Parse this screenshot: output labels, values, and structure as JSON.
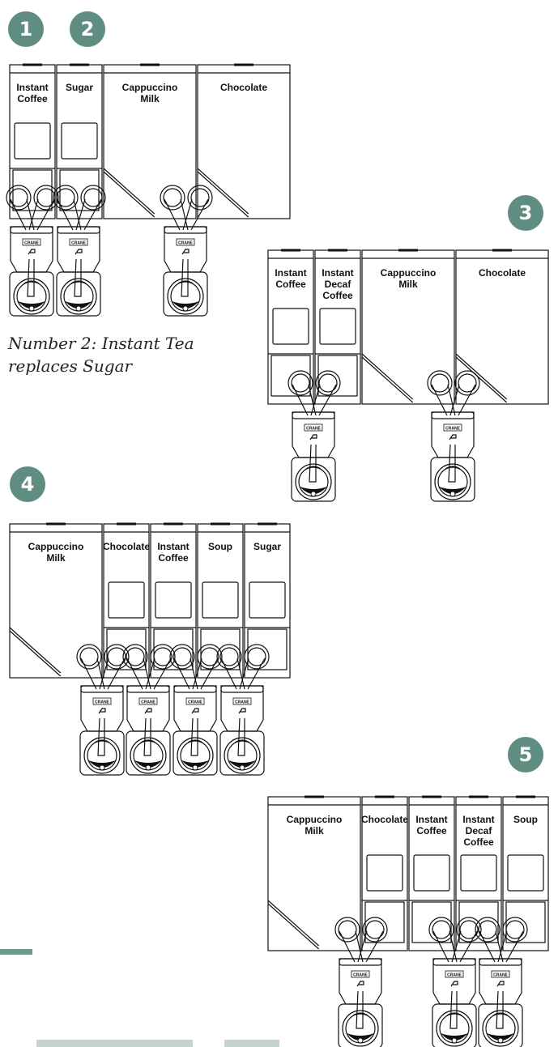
{
  "badges": {
    "b1": "1",
    "b2": "2",
    "b3": "3",
    "b4": "4",
    "b5": "5"
  },
  "note": {
    "line1": "Number 2: Instant Tea",
    "line2": "replaces Sugar"
  },
  "brand_label": "CRANE",
  "configs": [
    {
      "name": "config-1-2",
      "canisters": [
        {
          "type": "small",
          "lines": [
            "Instant",
            "Coffee"
          ]
        },
        {
          "type": "small",
          "lines": [
            "Sugar"
          ]
        },
        {
          "type": "large",
          "lines": [
            "Cappuccino",
            "Milk"
          ]
        },
        {
          "type": "large",
          "lines": [
            "Chocolate"
          ]
        }
      ]
    },
    {
      "name": "config-3",
      "canisters": [
        {
          "type": "small",
          "lines": [
            "Instant",
            "Coffee"
          ]
        },
        {
          "type": "small",
          "lines": [
            "Instant",
            "Decaf",
            "Coffee"
          ]
        },
        {
          "type": "large",
          "lines": [
            "Cappuccino",
            "Milk"
          ]
        },
        {
          "type": "large",
          "lines": [
            "Chocolate"
          ]
        }
      ]
    },
    {
      "name": "config-4",
      "canisters": [
        {
          "type": "large",
          "lines": [
            "Cappuccino",
            "Milk"
          ]
        },
        {
          "type": "small",
          "lines": [
            "Chocolate"
          ]
        },
        {
          "type": "small",
          "lines": [
            "Instant",
            "Coffee"
          ]
        },
        {
          "type": "small",
          "lines": [
            "Soup"
          ]
        },
        {
          "type": "small",
          "lines": [
            "Sugar"
          ]
        }
      ]
    },
    {
      "name": "config-5",
      "canisters": [
        {
          "type": "large",
          "lines": [
            "Cappuccino",
            "Milk"
          ]
        },
        {
          "type": "small",
          "lines": [
            "Chocolate"
          ]
        },
        {
          "type": "small",
          "lines": [
            "Instant",
            "Coffee"
          ]
        },
        {
          "type": "small",
          "lines": [
            "Instant",
            "Decaf",
            "Coffee"
          ]
        },
        {
          "type": "small",
          "lines": [
            "Soup"
          ]
        }
      ]
    }
  ]
}
